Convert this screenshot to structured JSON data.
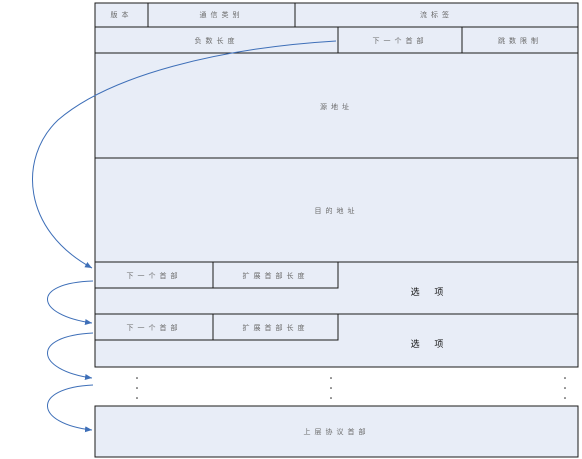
{
  "colors": {
    "box_fill": "#e8edf7",
    "stroke": "#1a1a1a",
    "arrow": "#3e6fb8",
    "text": "#6a6a6a"
  },
  "header": {
    "version": "版本",
    "traffic_class": "通信类别",
    "flow_label": "流标签",
    "payload_length": "负数长度",
    "next_header": "下一个首部",
    "hop_limit": "跳数限制",
    "source_address": "源地址",
    "destination_address": "目的地址"
  },
  "extension_headers": [
    {
      "next_header": "下一个首部",
      "ext_length": "扩展首部长度",
      "options": "选 项"
    },
    {
      "next_header": "下一个首部",
      "ext_length": "扩展首部长度",
      "options": "选 项"
    }
  ],
  "ellipsis": "·",
  "upper_layer": "上层协议首部"
}
